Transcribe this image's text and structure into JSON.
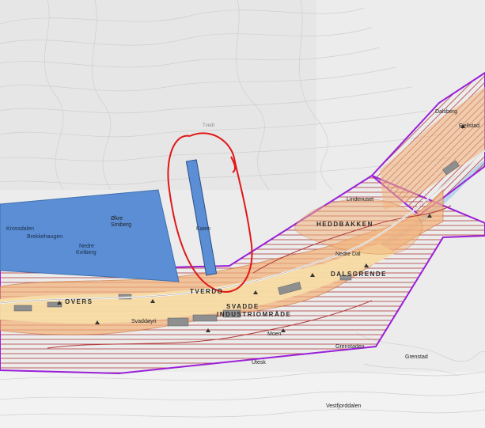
{
  "colors": {
    "terrain": "#ececec",
    "contour": "#c9c9c9",
    "zone_outline": "#9a1fd8",
    "zone_hatch": "#b23a3a",
    "settlement_fill": "#f3b37a",
    "settlement_core": "#f7dfa8",
    "river": "#b8d3ea",
    "blue_area": "#5b8ed4",
    "annotation_circle": "#e01818"
  },
  "labels": {
    "okre": "Økre",
    "okre_sub": "Smiberg",
    "krosset": "Krossdalen",
    "brekke": "Brekkehaugen",
    "nedre": "Nedre",
    "kvitberg": "Kvitberg",
    "kaien": "Kaien",
    "tvedt": "Tvedt",
    "lindenuset": "Lindenuset",
    "heddbakken": "HEDDBAKKEN",
    "nedre_dal": "Nedre Dal",
    "dalsgrende": "DALSGRENDE",
    "tverdo": "TVERDO",
    "svadde": "SVADDE",
    "industri": "INDUSTRIOMRÅDE",
    "svaddoeyri": "Svaddøyri",
    "moen": "Moen",
    "grenstaden": "Grenstaden",
    "vestfjorddalen": "Vestfjorddalen",
    "granstad": "Grenstad",
    "overs": "OVERS",
    "dalsberg": "Dalsberg",
    "fjellstad": "Fjellstad",
    "uteskaug": "Utesk"
  }
}
